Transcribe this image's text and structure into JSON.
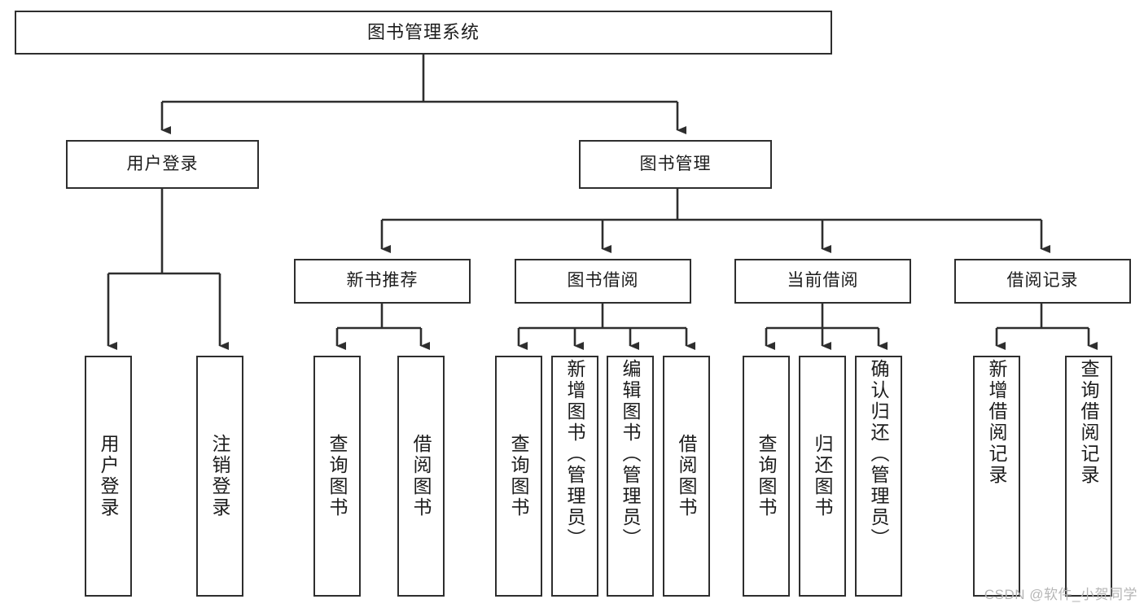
{
  "diagram": {
    "type": "tree-hierarchy",
    "title": "图书管理系统",
    "watermark": "CSDN @软件_小贺同学",
    "colors": {
      "stroke": "#2e2e2e",
      "fill": "#ffffff",
      "text": "#1c1c1c",
      "watermark": "#b6b6b6"
    },
    "levels": {
      "root": "图书管理系统",
      "level2": [
        "用户登录",
        "图书管理"
      ],
      "level3": [
        "新书推荐",
        "图书借阅",
        "当前借阅",
        "借阅记录"
      ]
    },
    "nodes": {
      "root": {
        "label": "图书管理系统"
      },
      "user_login": {
        "label": "用户登录"
      },
      "book_manage": {
        "label": "图书管理"
      },
      "new_book_rec": {
        "label": "新书推荐"
      },
      "book_borrow": {
        "label": "图书借阅"
      },
      "current_borrow": {
        "label": "当前借阅"
      },
      "borrow_record": {
        "label": "借阅记录"
      }
    },
    "leaves": {
      "l1": {
        "label": "用户登录"
      },
      "l2": {
        "label": "注销登录"
      },
      "l3": {
        "label": "查询图书"
      },
      "l4": {
        "label": "借阅图书"
      },
      "l5": {
        "label": "查询图书"
      },
      "l6": {
        "label": "新增图书（管理员）"
      },
      "l7": {
        "label": "编辑图书（管理员）"
      },
      "l8": {
        "label": "借阅图书"
      },
      "l9": {
        "label": "查询图书"
      },
      "l10": {
        "label": "归还图书"
      },
      "l11": {
        "label": "确认归还（管理员）"
      },
      "l12": {
        "label": "新增借阅记录"
      },
      "l13": {
        "label": "查询借阅记录"
      }
    }
  }
}
